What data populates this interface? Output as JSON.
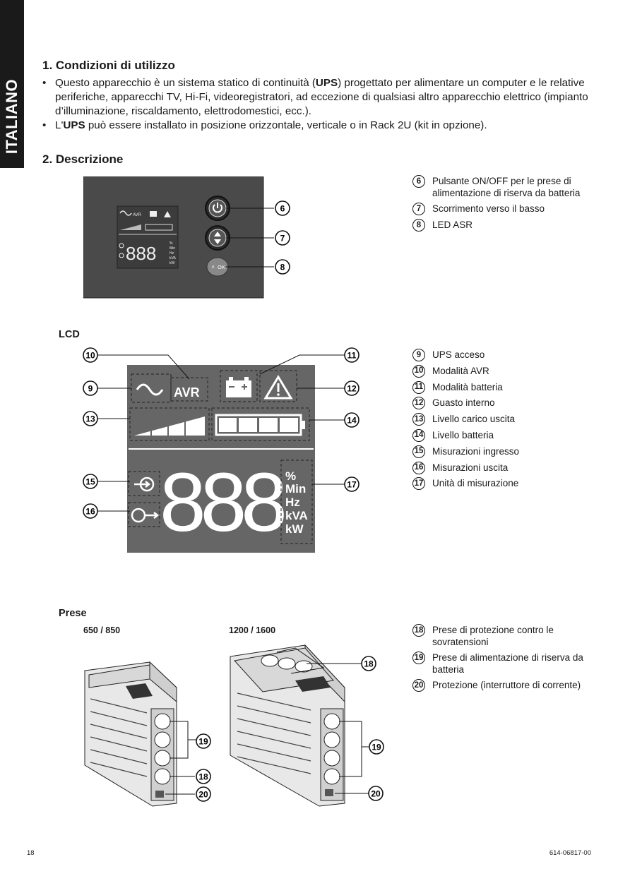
{
  "side_tab": "ITALIANO",
  "section1": {
    "title": "1. Condizioni di utilizzo",
    "bullet1": {
      "pre": "Questo apparecchio è un sistema statico di continuità (",
      "bold": "UPS",
      "post": ") progettato per alimentare un computer e le relative periferiche, apparecchi TV, Hi-Fi, videoregistratori, ad eccezione di qualsiasi altro apparecchio elettrico (impianto d’illuminazione, riscaldamento, elettrodomestici, ecc.)."
    },
    "bullet2": {
      "pre": "L'",
      "bold": "UPS",
      "post": " può essere installato in posizione orizzontale, verticale o in Rack 2U (kit in opzione)."
    }
  },
  "section2": {
    "title": "2. Descrizione"
  },
  "panel": {
    "lcd_small": {
      "avr": "AVR",
      "digits": "888",
      "units": [
        "%",
        "Min",
        "Hz",
        "kVA",
        "kW"
      ]
    },
    "ok_label": "OK",
    "callouts": [
      "6",
      "7",
      "8"
    ]
  },
  "legend_panel": [
    {
      "num": "6",
      "text": "Pulsante ON/OFF per le prese di alimentazione di riserva da batteria"
    },
    {
      "num": "7",
      "text": "Scorrimento verso il basso"
    },
    {
      "num": "8",
      "text": "LED ASR"
    }
  ],
  "lcd": {
    "heading": "LCD",
    "avr": "AVR",
    "digits": "888",
    "units": [
      "%",
      "Min",
      "Hz",
      "kVA",
      "kW"
    ],
    "callouts": [
      "9",
      "10",
      "11",
      "12",
      "13",
      "14",
      "15",
      "16",
      "17"
    ]
  },
  "legend_lcd": [
    {
      "num": "9",
      "text": "UPS acceso"
    },
    {
      "num": "10",
      "text": "Modalità AVR"
    },
    {
      "num": "11",
      "text": "Modalità batteria"
    },
    {
      "num": "12",
      "text": "Guasto interno"
    },
    {
      "num": "13",
      "text": "Livello carico uscita"
    },
    {
      "num": "14",
      "text": "Livello batteria"
    },
    {
      "num": "15",
      "text": "Misurazioni ingresso"
    },
    {
      "num": "16",
      "text": "Misurazioni uscita"
    },
    {
      "num": "17",
      "text": "Unità di misurazione"
    }
  ],
  "prese": {
    "heading": "Prese",
    "model_small": "650 / 850",
    "model_large": "1200 / 1600",
    "callouts_small": [
      "19",
      "18",
      "20"
    ],
    "callouts_large": [
      "18",
      "19",
      "20"
    ]
  },
  "legend_prese": [
    {
      "num": "18",
      "text": "Prese di protezione contro le sovratensioni"
    },
    {
      "num": "19",
      "text": "Prese di alimentazione di riserva da batteria"
    },
    {
      "num": "20",
      "text": "Protezione (interruttore di corrente)"
    }
  ],
  "footer": {
    "page": "18",
    "code": "614-06817-00"
  }
}
